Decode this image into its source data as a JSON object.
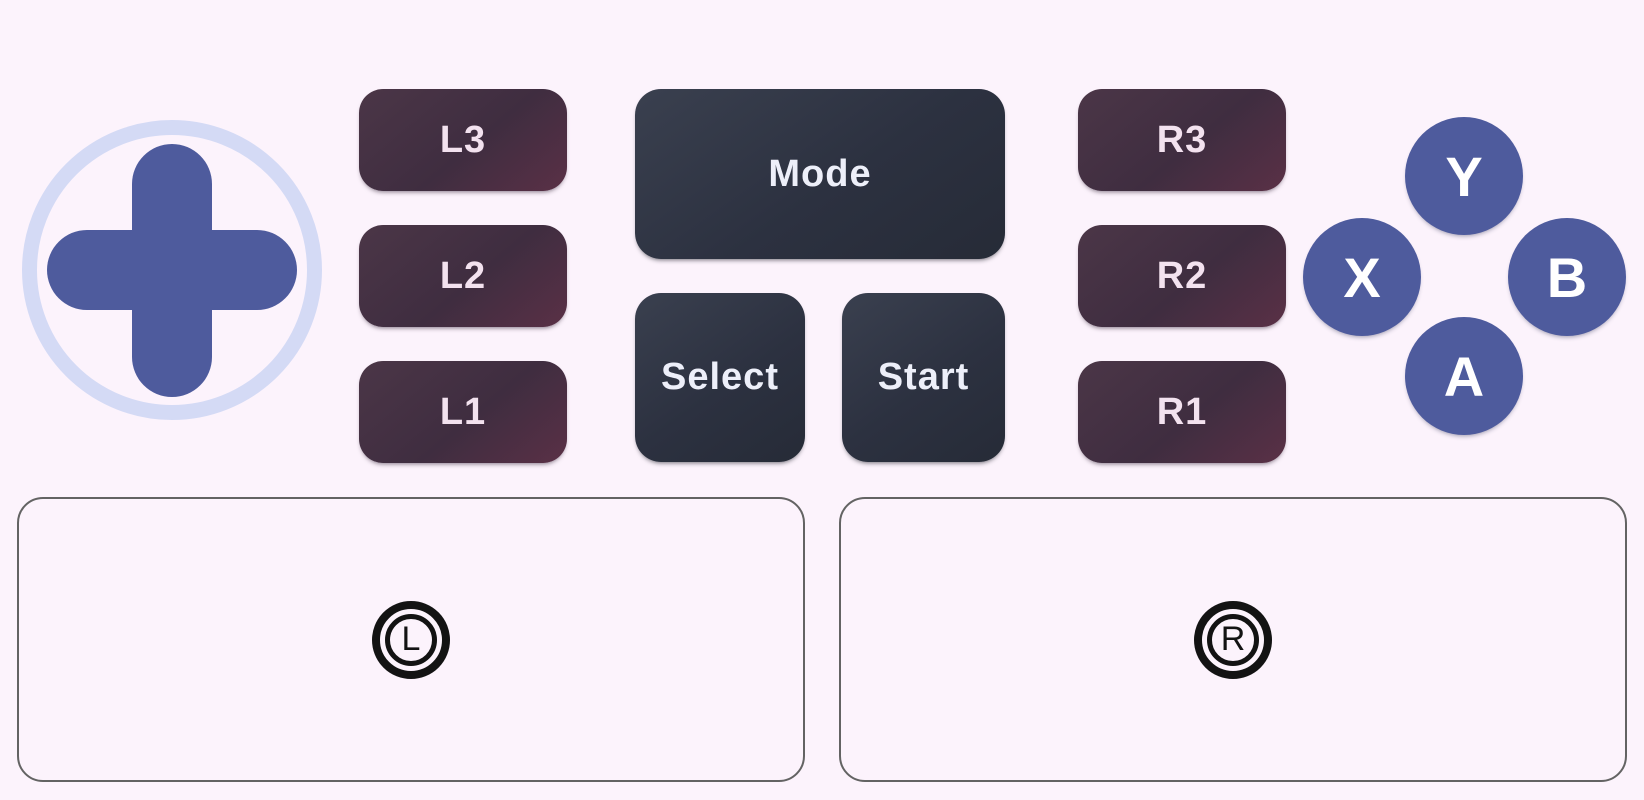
{
  "colors": {
    "background": "#fcf3fc",
    "dpad_cross": "#4e5b9d",
    "dpad_ring": "#d4daf5",
    "trigger_gradient_light": "#4b3647",
    "trigger_gradient_dark": "#3f2d40",
    "trigger_gradient_red": "#5a3046",
    "trigger_text": "#f3e2ef",
    "menu_gradient_light": "#3a404f",
    "menu_gradient_dark": "#262b37",
    "menu_text": "#edeff9",
    "face_button": "#4e5b9d",
    "face_text": "#ffffff",
    "stick_box_border": "#636363",
    "stick_icon": "#131313"
  },
  "icons": {
    "dpad": "plus-cross-in-ring",
    "left_stick": "circled-L",
    "right_stick": "circled-R"
  },
  "trigger_buttons": {
    "left": [
      {
        "label": "L3"
      },
      {
        "label": "L2"
      },
      {
        "label": "L1"
      }
    ],
    "right": [
      {
        "label": "R3"
      },
      {
        "label": "R2"
      },
      {
        "label": "R1"
      }
    ]
  },
  "menu_buttons": {
    "mode_label": "Mode",
    "select_label": "Select",
    "start_label": "Start"
  },
  "face_buttons": {
    "top": {
      "label": "Y"
    },
    "left": {
      "label": "X"
    },
    "right": {
      "label": "B"
    },
    "bottom": {
      "label": "A"
    }
  },
  "sticks": {
    "left": {
      "icon_letter": "L"
    },
    "right": {
      "icon_letter": "R"
    }
  }
}
